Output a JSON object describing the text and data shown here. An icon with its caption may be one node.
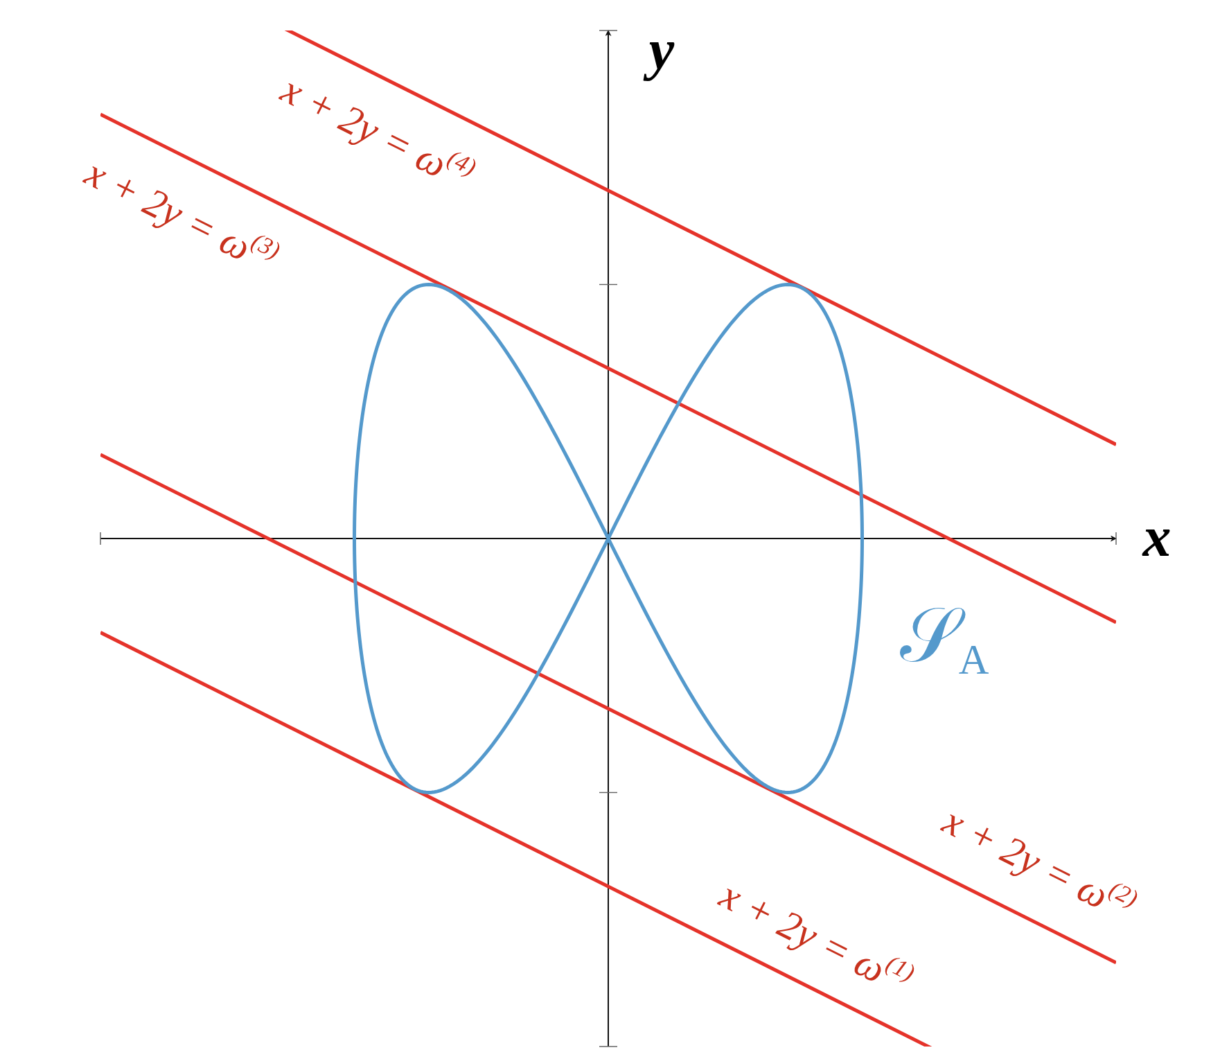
{
  "diagram": {
    "labels": [
      "y",
      "x + 2y = ω$^{(4)}$",
      "x + 2y = ω$^{(3)}$",
      "x",
      "𝒮$_{A}$",
      "x + 2y = ω$^{(2)}$",
      "x + 2y = ω$^{(1)}$"
    ]
  }
}
